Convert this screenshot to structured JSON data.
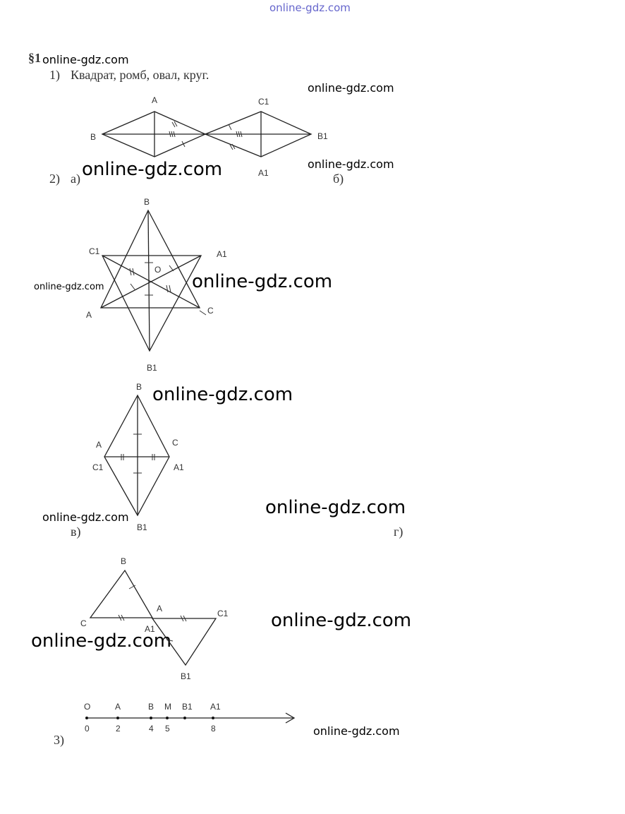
{
  "header_watermark": "online-gdz.com",
  "section": "§1",
  "watermarks": [
    "online-gdz.com",
    "online-gdz.com",
    "online-gdz.com",
    "online-gdz.com",
    "online-gdz.com",
    "online-gdz.com",
    "online-gdz.com",
    "online-gdz.com",
    "online-gdz.com",
    "online-gdz.com",
    "online-gdz.com",
    "online-gdz.com"
  ],
  "item1": {
    "num": "1)",
    "text": "Квадрат, ромб, овал, круг."
  },
  "item2": {
    "num": "2)",
    "a": "а)",
    "b": "б)",
    "v": "в)",
    "g": "г)"
  },
  "item3": {
    "num": "3)"
  },
  "fig_a": {
    "A": "A",
    "B": "B",
    "C1": "C1",
    "B1": "B1",
    "A1": "A1"
  },
  "fig_b": {
    "B": "B",
    "C1": "C1",
    "A1": "A1",
    "O": "O",
    "A": "A",
    "C": "C",
    "B1": "B1"
  },
  "fig_v": {
    "B": "B",
    "A": "A",
    "C": "C",
    "C1": "C1",
    "A1": "A1",
    "B1": "B1"
  },
  "fig_g": {
    "B": "B",
    "C": "C",
    "A": "A",
    "A1": "A1",
    "C1": "C1",
    "B1": "B1"
  },
  "number_line": {
    "points": [
      {
        "label": "O",
        "value": "0"
      },
      {
        "label": "A",
        "value": "2"
      },
      {
        "label": "B",
        "value": "4"
      },
      {
        "label": "M",
        "value": "5"
      },
      {
        "label": "B1",
        "value": ""
      },
      {
        "label": "A1",
        "value": "8"
      }
    ]
  }
}
